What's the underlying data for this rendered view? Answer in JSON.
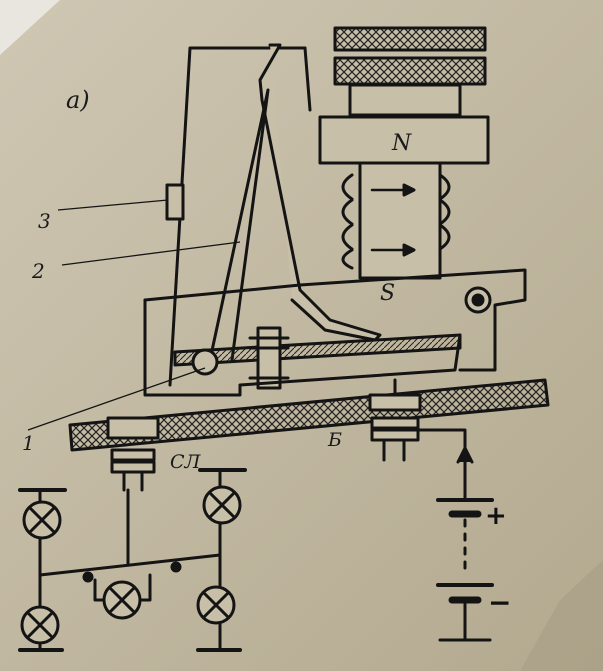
{
  "labels": {
    "figure": "a)",
    "lead_3": "3",
    "lead_2": "2",
    "lead_1": "1",
    "pole_n": "N",
    "pole_s": "S",
    "terminal_sl": "СЛ",
    "terminal_b": "Б",
    "plus": "+",
    "minus": "−"
  },
  "colors": {
    "paper": "#c8bfa9",
    "ink": "#141414",
    "hatch": "#2a2a2a"
  }
}
